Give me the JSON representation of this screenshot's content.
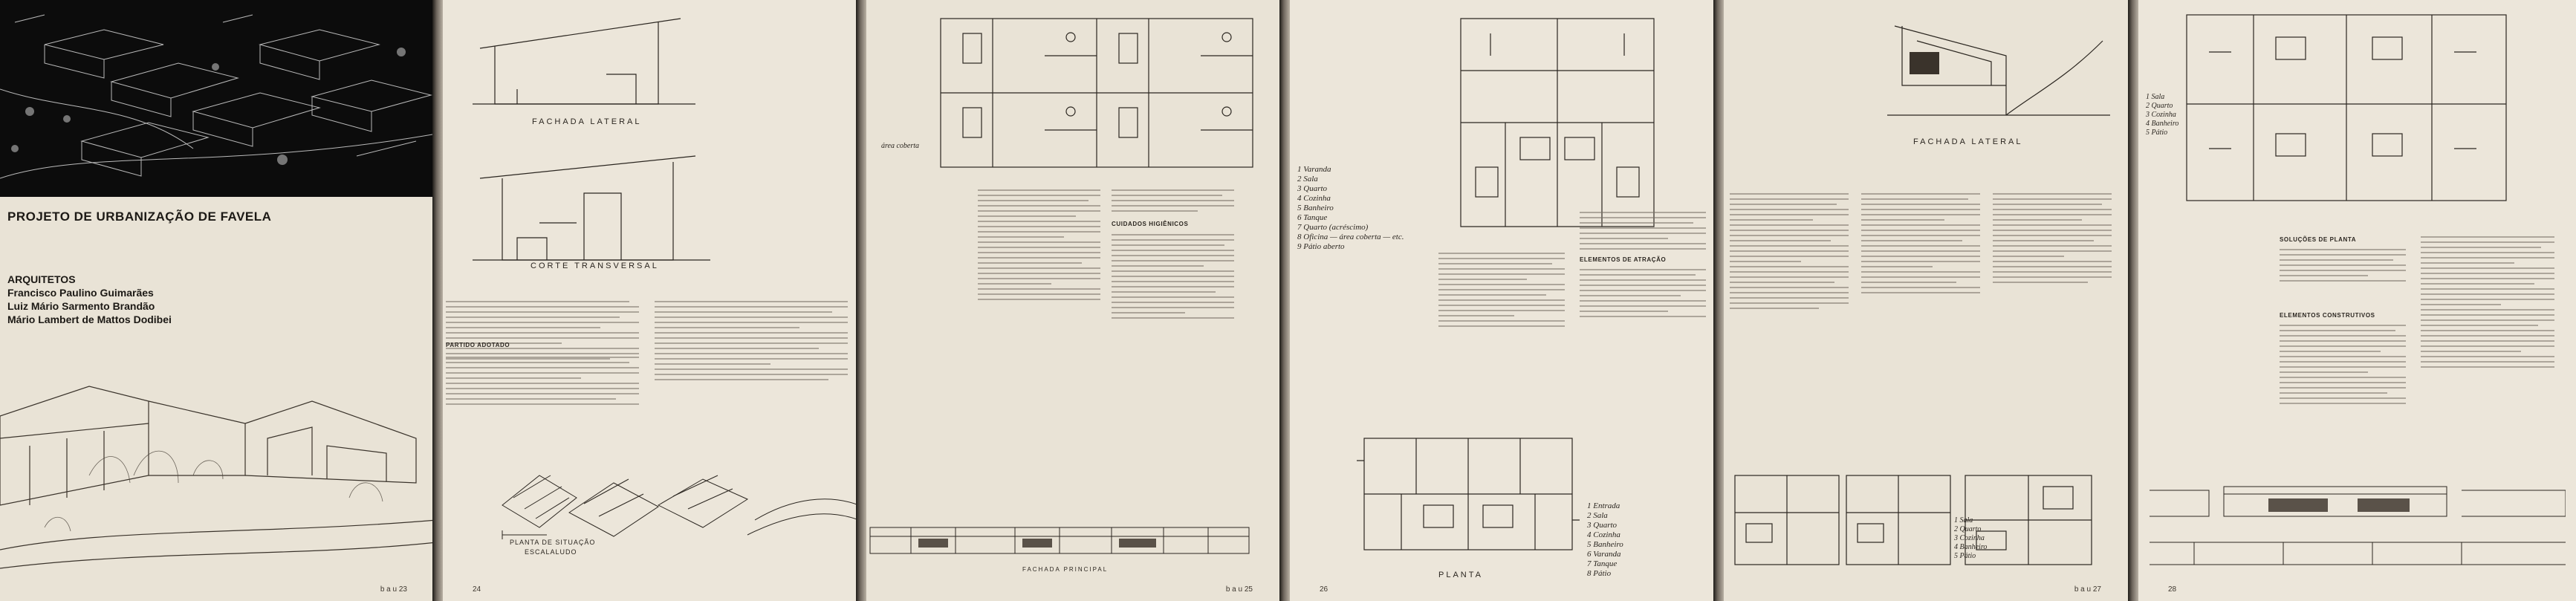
{
  "project_title": "PROJETO DE URBANIZAÇÃO DE FAVELA",
  "architects": {
    "label": "ARQUITETOS",
    "names": [
      "Francisco Paulino Guimarães",
      "Luiz Mário Sarmento Brandão",
      "Mário Lambert de Mattos Dodibei"
    ]
  },
  "captions": {
    "fachada_lateral": "FACHADA LATERAL",
    "corte_transversal": "CORTE TRANSVERSAL",
    "planta_situacao_1": "PLANTA DE SITUAÇÃO",
    "planta_situacao_2": "ESCALALUDO",
    "fachada_principal": "FACHADA PRINCIPAL",
    "planta": "PLANTA",
    "fachada_lateral_2": "FACHADA LATERAL",
    "area_coberta": "área coberta"
  },
  "headings": {
    "partido": "PARTIDO ADOTADO",
    "cuidados": "CUIDADOS HIGIÊNICOS",
    "elementos_atracao": "ELEMENTOS DE ATRAÇÃO",
    "solucoes": "SOLUÇÕES DE PLANTA",
    "elementos_constr": "ELEMENTOS CONSTRUTIVOS"
  },
  "legend_full": [
    "1  Varanda",
    "2  Sala",
    "3  Quarto",
    "4  Cozinha",
    "5  Banheiro",
    "6  Tanque",
    "7  Quarto (acréscimo)",
    "8  Oficina — área coberta — etc.",
    "9  Pátio aberto"
  ],
  "legend_entrada": [
    "1  Entrada",
    "2  Sala",
    "3  Quarto",
    "4  Cozinha",
    "5  Banheiro",
    "6  Varanda",
    "7  Tanque",
    "8  Pátio"
  ],
  "legend_short_a": [
    "1  Sala",
    "2  Quarto",
    "3  Cozinha",
    "4  Banheiro",
    "5  Pátio"
  ],
  "legend_short_b": [
    "1  Sala",
    "2  Quarto",
    "3  Cozinha",
    "4  Banheiro",
    "5  Pátio"
  ],
  "page_numbers": [
    "b a u  23",
    "24",
    "b a u  25",
    "26",
    "b a u  27",
    "28"
  ],
  "colors": {
    "paper": "#e9e3d6",
    "ink": "#2b2620",
    "photo_bg": "#0c0c0c"
  }
}
